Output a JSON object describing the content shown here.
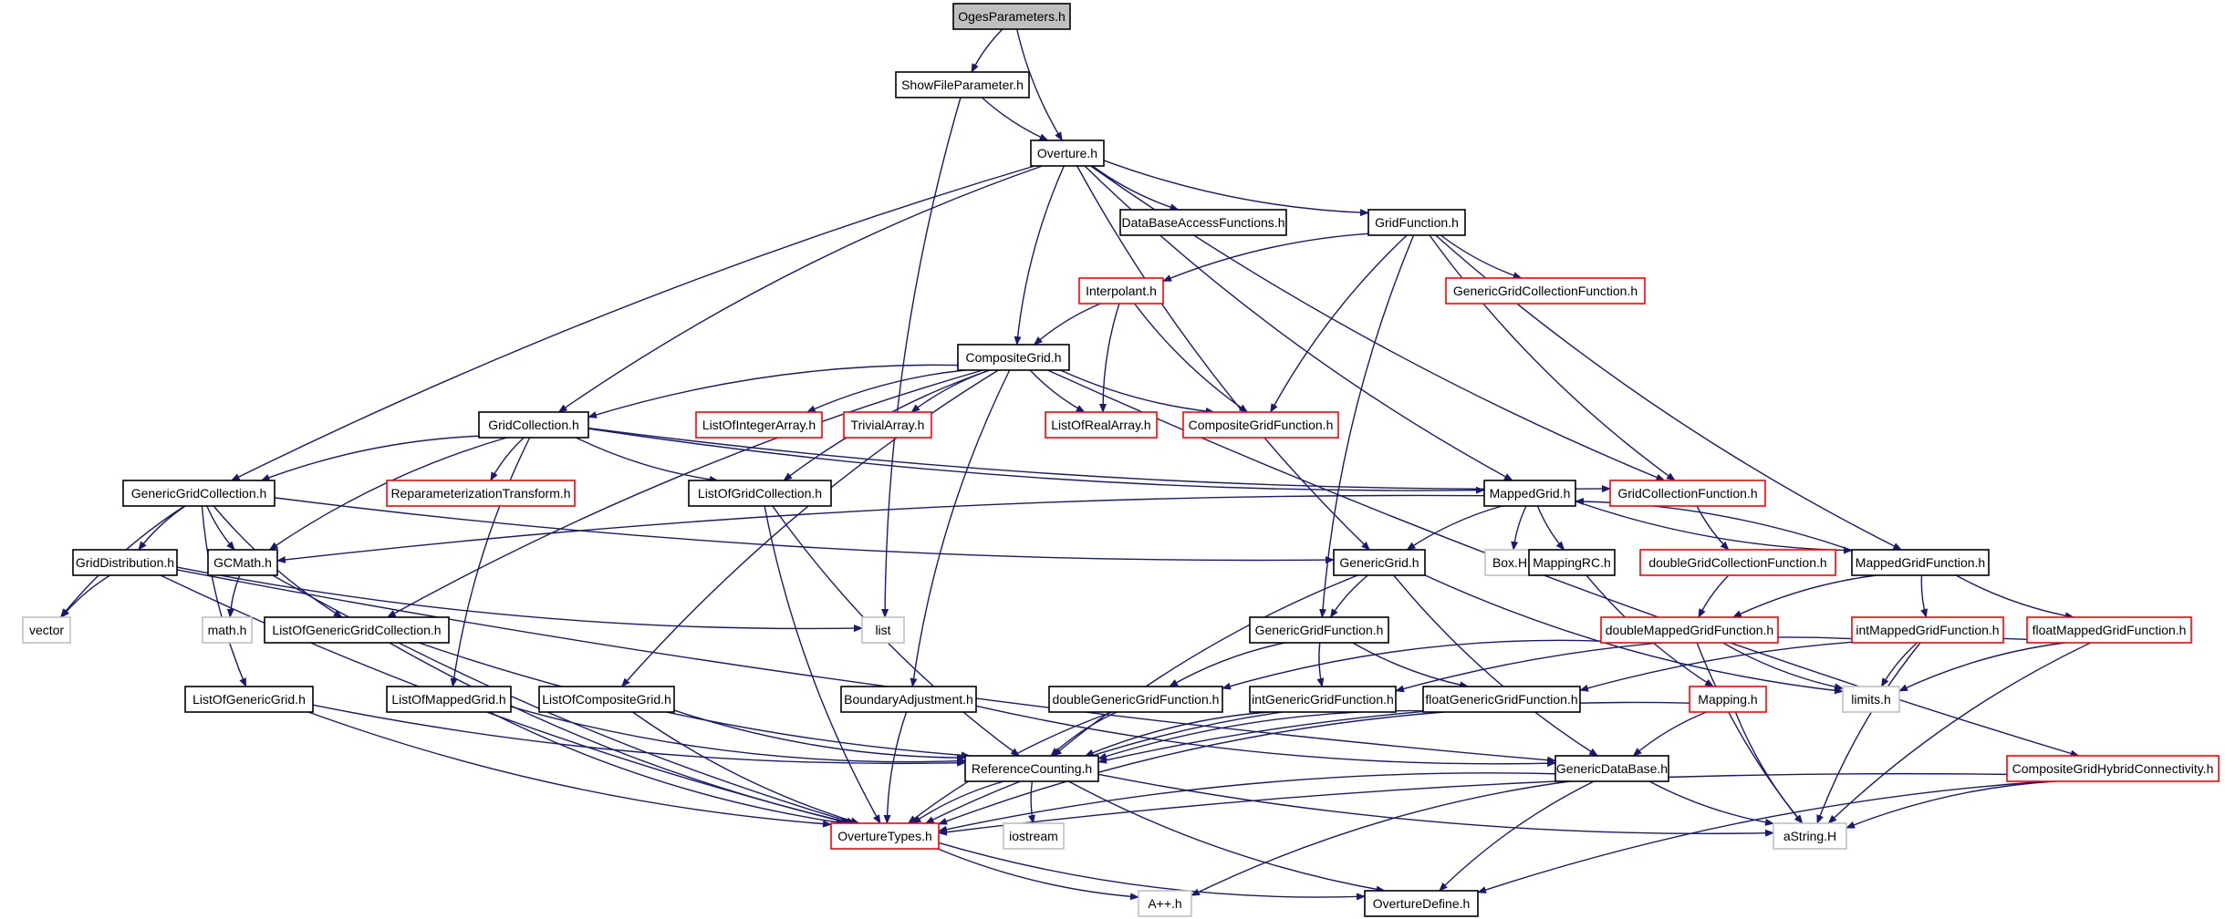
{
  "colors": {
    "edge": "#191970",
    "root_fill": "#bfbfbf",
    "documented_border": "#000000",
    "undocumented_border": "#ff0000",
    "external_border": "#bfbfbf"
  },
  "nodes": [
    {
      "id": "ogesparameters",
      "label": "OgesParameters.h",
      "kind": "root"
    },
    {
      "id": "showfileparameter",
      "label": "ShowFileParameter.h",
      "kind": "documented"
    },
    {
      "id": "overture",
      "label": "Overture.h",
      "kind": "documented"
    },
    {
      "id": "databaseaccessfunctions",
      "label": "DataBaseAccessFunctions.h",
      "kind": "documented"
    },
    {
      "id": "gridfunction",
      "label": "GridFunction.h",
      "kind": "documented"
    },
    {
      "id": "interpolant",
      "label": "Interpolant.h",
      "kind": "undocumented"
    },
    {
      "id": "genericgridcollectionfunction",
      "label": "GenericGridCollectionFunction.h",
      "kind": "undocumented"
    },
    {
      "id": "compositegrid",
      "label": "CompositeGrid.h",
      "kind": "documented"
    },
    {
      "id": "gridcollection",
      "label": "GridCollection.h",
      "kind": "documented"
    },
    {
      "id": "listofintegerarray",
      "label": "ListOfIntegerArray.h",
      "kind": "undocumented"
    },
    {
      "id": "trivialarray",
      "label": "TrivialArray.h",
      "kind": "undocumented"
    },
    {
      "id": "listofrealarray",
      "label": "ListOfRealArray.h",
      "kind": "undocumented"
    },
    {
      "id": "compositegridfunction",
      "label": "CompositeGridFunction.h",
      "kind": "undocumented"
    },
    {
      "id": "genericgridcollection",
      "label": "GenericGridCollection.h",
      "kind": "documented"
    },
    {
      "id": "reparameterizationtransform",
      "label": "ReparameterizationTransform.h",
      "kind": "undocumented"
    },
    {
      "id": "listofgridcollection",
      "label": "ListOfGridCollection.h",
      "kind": "documented"
    },
    {
      "id": "mappedgrid",
      "label": "MappedGrid.h",
      "kind": "documented"
    },
    {
      "id": "gridcollectionfunction",
      "label": "GridCollectionFunction.h",
      "kind": "undocumented"
    },
    {
      "id": "griddistribution",
      "label": "GridDistribution.h",
      "kind": "documented"
    },
    {
      "id": "gcmath",
      "label": "GCMath.h",
      "kind": "documented"
    },
    {
      "id": "genericgrid",
      "label": "GenericGrid.h",
      "kind": "documented"
    },
    {
      "id": "boxh",
      "label": "Box.H",
      "kind": "external"
    },
    {
      "id": "mappingrc",
      "label": "MappingRC.h",
      "kind": "documented"
    },
    {
      "id": "doublegridcollectionfunction",
      "label": "doubleGridCollectionFunction.h",
      "kind": "undocumented"
    },
    {
      "id": "mappedgridfunction",
      "label": "MappedGridFunction.h",
      "kind": "documented"
    },
    {
      "id": "vector",
      "label": "vector",
      "kind": "external"
    },
    {
      "id": "mathh",
      "label": "math.h",
      "kind": "external"
    },
    {
      "id": "listofgenericgridcollection",
      "label": "ListOfGenericGridCollection.h",
      "kind": "documented"
    },
    {
      "id": "list",
      "label": "list",
      "kind": "external"
    },
    {
      "id": "genericgridfunction",
      "label": "GenericGridFunction.h",
      "kind": "documented"
    },
    {
      "id": "doublemappedgridfunction",
      "label": "doubleMappedGridFunction.h",
      "kind": "undocumented"
    },
    {
      "id": "intmappedgridfunction",
      "label": "intMappedGridFunction.h",
      "kind": "undocumented"
    },
    {
      "id": "floatmappedgridfunction",
      "label": "floatMappedGridFunction.h",
      "kind": "undocumented"
    },
    {
      "id": "listofgenericgrid",
      "label": "ListOfGenericGrid.h",
      "kind": "documented"
    },
    {
      "id": "listofmappedgrid",
      "label": "ListOfMappedGrid.h",
      "kind": "documented"
    },
    {
      "id": "listofcompositegrid",
      "label": "ListOfCompositeGrid.h",
      "kind": "documented"
    },
    {
      "id": "boundaryadjustment",
      "label": "BoundaryAdjustment.h",
      "kind": "documented"
    },
    {
      "id": "doublegenericgridfunction",
      "label": "doubleGenericGridFunction.h",
      "kind": "documented"
    },
    {
      "id": "intgenericgridfunction",
      "label": "intGenericGridFunction.h",
      "kind": "documented"
    },
    {
      "id": "floatgenericgridfunction",
      "label": "floatGenericGridFunction.h",
      "kind": "documented"
    },
    {
      "id": "mapping",
      "label": "Mapping.h",
      "kind": "undocumented"
    },
    {
      "id": "limitsh",
      "label": "limits.h",
      "kind": "external"
    },
    {
      "id": "referencecounting",
      "label": "ReferenceCounting.h",
      "kind": "documented"
    },
    {
      "id": "genericdatabase",
      "label": "GenericDataBase.h",
      "kind": "documented"
    },
    {
      "id": "compositegridhybridconnectivity",
      "label": "CompositeGridHybridConnectivity.h",
      "kind": "undocumented"
    },
    {
      "id": "overturetypes",
      "label": "OvertureTypes.h",
      "kind": "undocumented"
    },
    {
      "id": "iostream",
      "label": "iostream",
      "kind": "external"
    },
    {
      "id": "astringh",
      "label": "aString.H",
      "kind": "external"
    },
    {
      "id": "aplusplus",
      "label": "A++.h",
      "kind": "external"
    },
    {
      "id": "overturedefine",
      "label": "OvertureDefine.h",
      "kind": "documented"
    }
  ]
}
